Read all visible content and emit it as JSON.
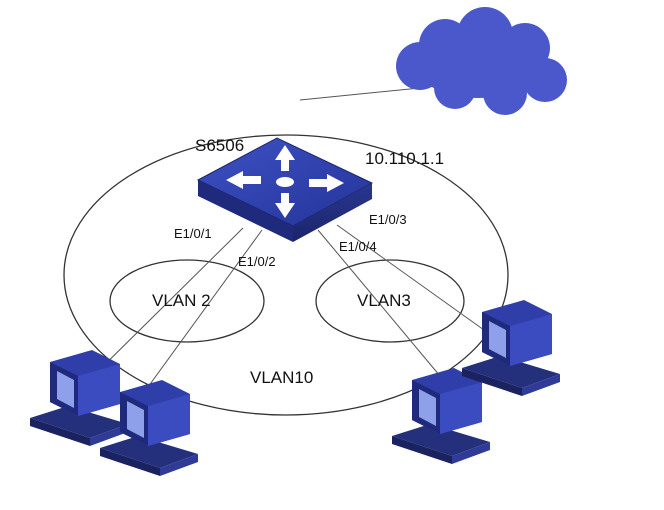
{
  "diagram": {
    "switch": {
      "name": "S6506",
      "ip": "10.110.1.1"
    },
    "ports": {
      "p1": "E1/0/1",
      "p2": "E1/0/2",
      "p3": "E1/0/3",
      "p4": "E1/0/4"
    },
    "vlans": {
      "outer": "VLAN10",
      "left": "VLAN 2",
      "right": "VLAN3"
    },
    "icons": [
      "cloud-icon",
      "switch-icon",
      "computer-icon"
    ],
    "colors": {
      "device_blue": "#2b3a8c",
      "device_light": "#5b6fcf",
      "cloud": "#4a57c9",
      "line": "#555555"
    }
  }
}
